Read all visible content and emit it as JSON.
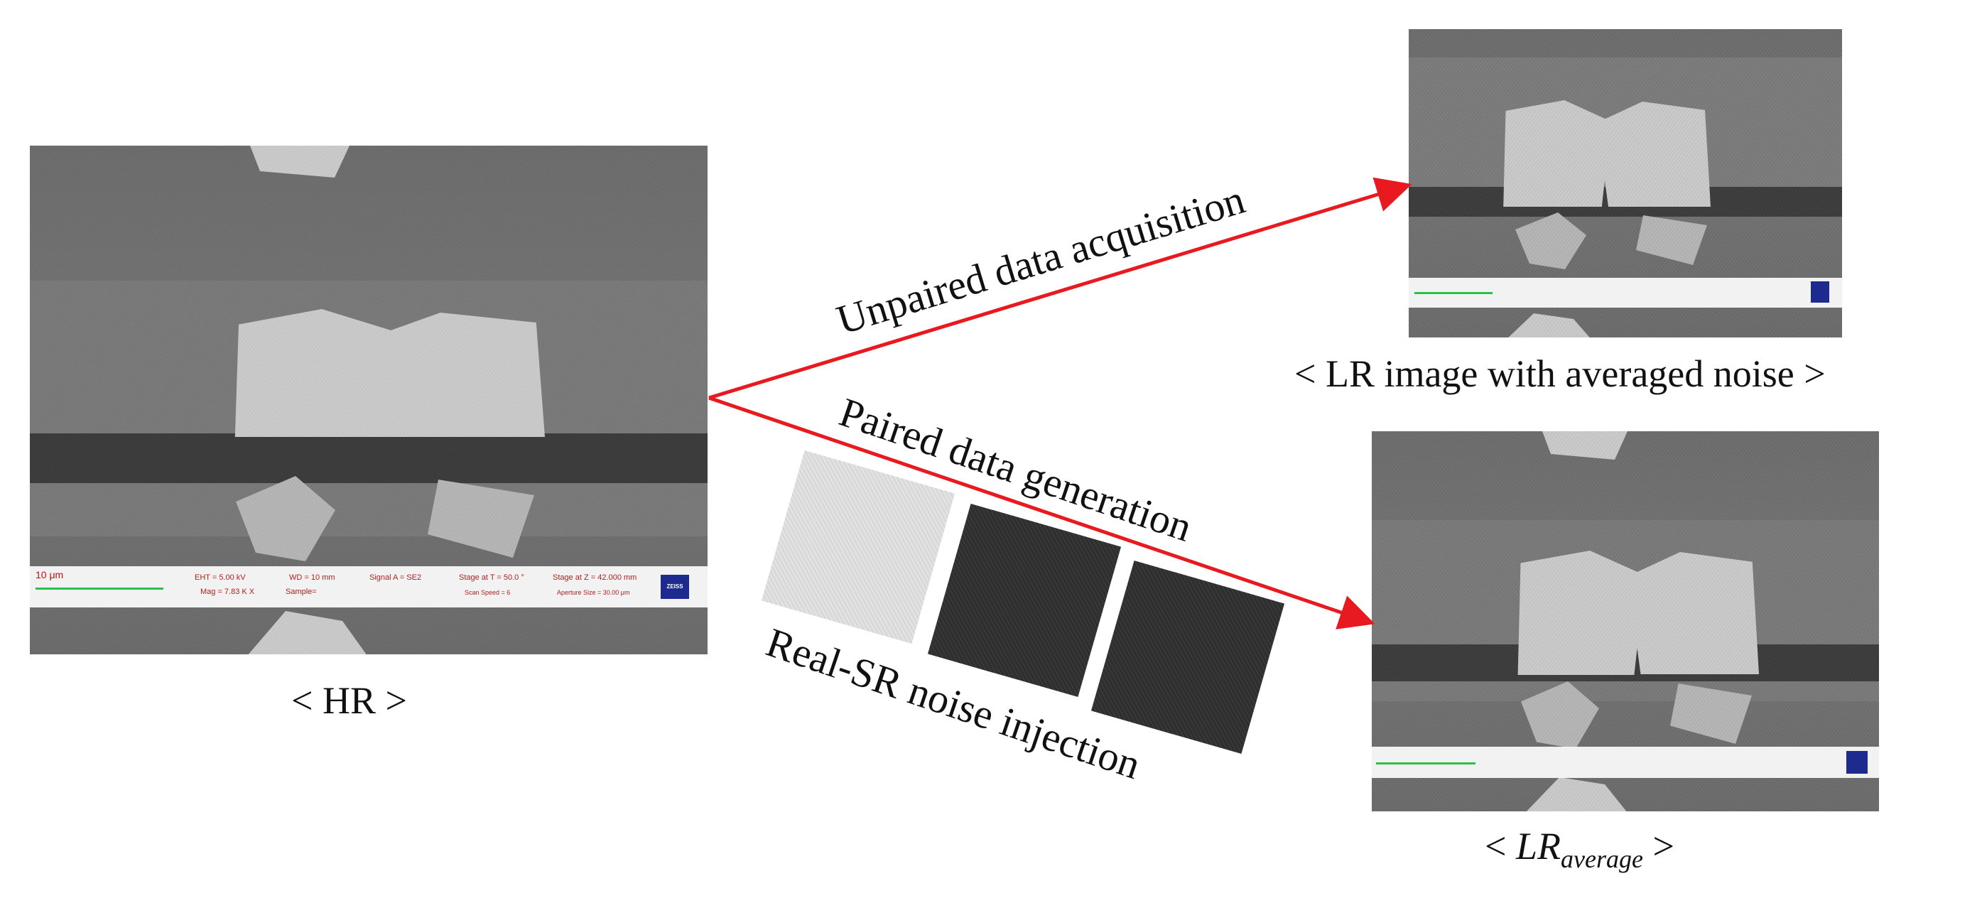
{
  "hr": {
    "caption": "< HR >",
    "infobar": {
      "scale": "10 μm",
      "eht": "EHT = 5.00 kV",
      "mag": "Mag = 7.83 K X",
      "wd": "WD = 10 mm",
      "sample": "Sample=",
      "signal": "Signal A = SE2",
      "stage_t": "Stage at T = 50.0 °",
      "scan_speed": "Scan Speed = 6",
      "stage_z": "Stage at Z = 42.000 mm",
      "aperture": "Aperture Size = 30.00 μm",
      "logo": "ZEISS"
    }
  },
  "lr_noise": {
    "caption": "< LR image with averaged noise >"
  },
  "lr_avg": {
    "caption_prefix": "< ",
    "caption_main": "LR",
    "caption_sub": "average",
    "caption_suffix": " >"
  },
  "arrows": {
    "upper_label": "Unpaired data acquisition",
    "lower_label": "Paired data generation",
    "color": "#e8191f"
  },
  "noise": {
    "label": "Real-SR noise injection"
  }
}
